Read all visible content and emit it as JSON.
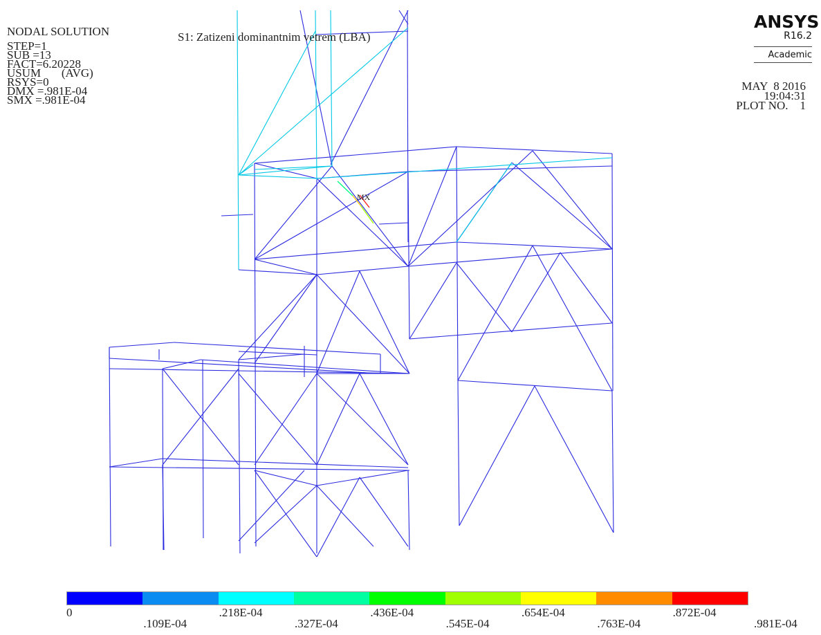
{
  "header": {
    "solution_type": "NODAL SOLUTION",
    "lines": [
      "STEP=1",
      "SUB =13",
      "FACT=6.20228",
      "USUM       (AVG)",
      "RSYS=0",
      "DMX =.981E-04",
      "SMX =.981E-04"
    ]
  },
  "title": "S1: Zatizeni dominantnim vetrem (LBA)",
  "logo": {
    "brand": "ANSYS",
    "version": "R16.2",
    "edition": "Academic"
  },
  "date_block": {
    "date": "MAY  8 2016",
    "time": "19:04:31",
    "plot_no": "PLOT NO.    1"
  },
  "max_marker": "MX",
  "legend": {
    "colors": [
      "#0000ff",
      "#0a8cf0",
      "#00ffff",
      "#00ffa0",
      "#00ff00",
      "#a0ff00",
      "#ffff00",
      "#ff8c00",
      "#ff0000"
    ],
    "labels": [
      "0",
      ".109E-04",
      ".218E-04",
      ".327E-04",
      ".436E-04",
      ".545E-04",
      ".654E-04",
      ".763E-04",
      ".872E-04",
      ".981E-04"
    ]
  },
  "structure": {
    "line_color": "#2a2ae0",
    "accent_color": "#00c8e6"
  }
}
